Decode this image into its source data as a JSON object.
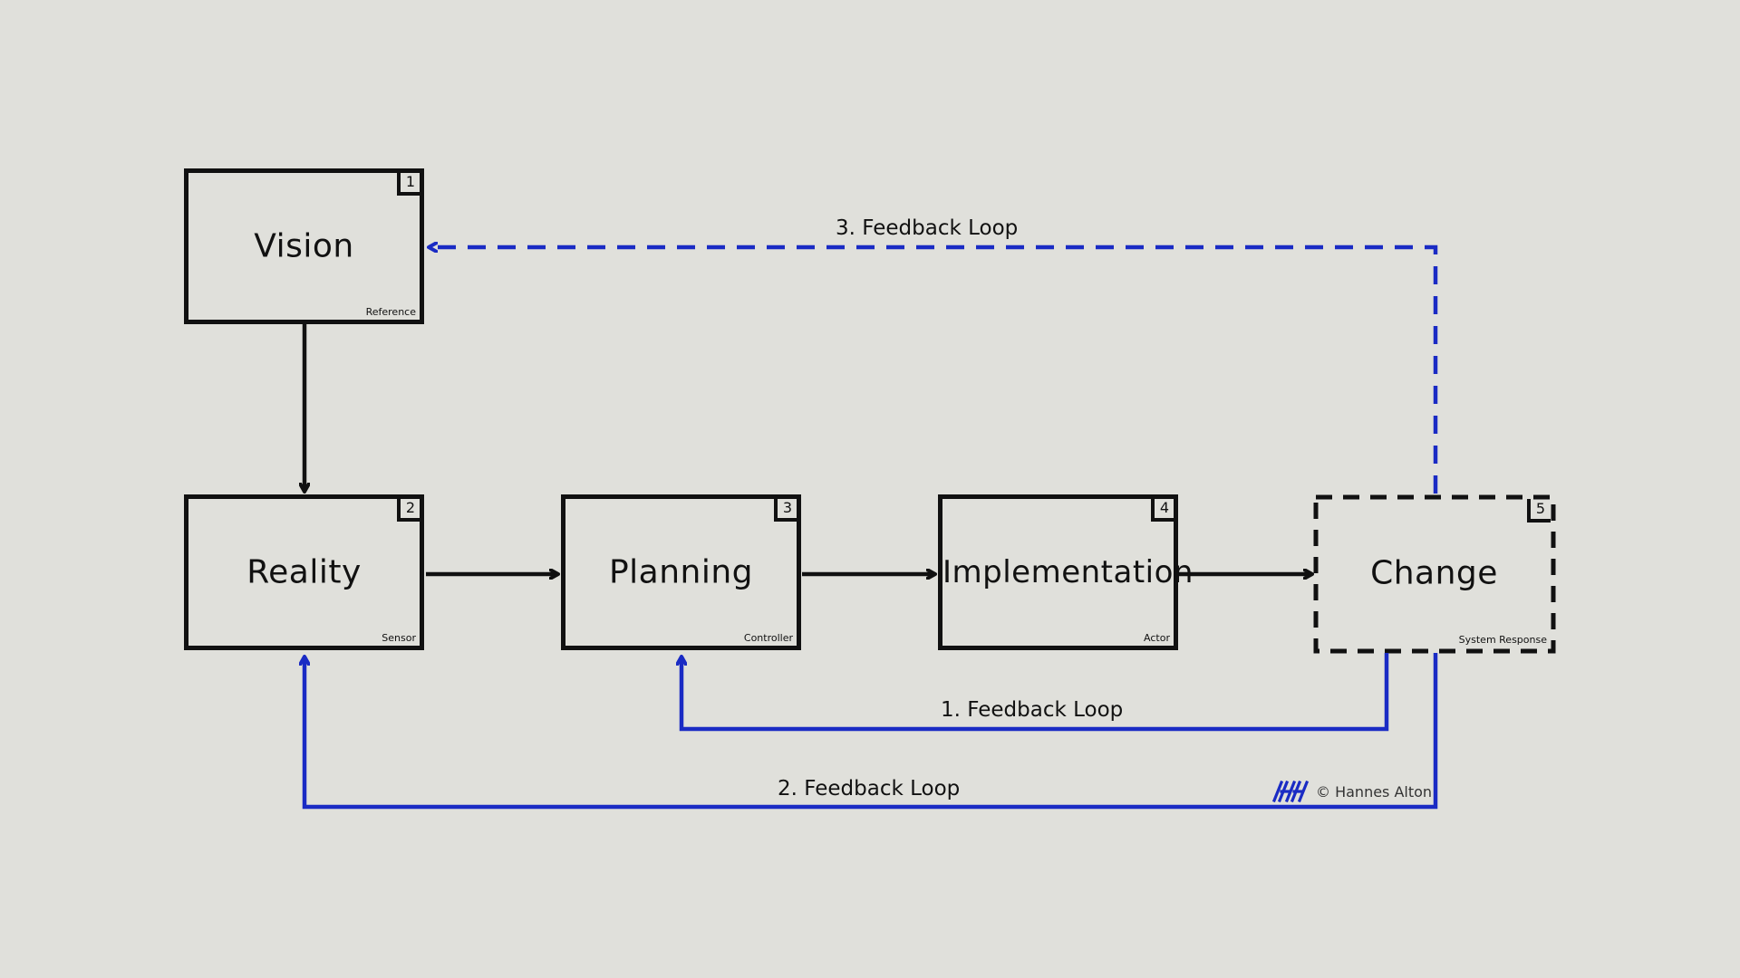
{
  "nodes": [
    {
      "id": "vision",
      "label": "Vision",
      "number": "1",
      "role": "Reference"
    },
    {
      "id": "reality",
      "label": "Reality",
      "number": "2",
      "role": "Sensor"
    },
    {
      "id": "planning",
      "label": "Planning",
      "number": "3",
      "role": "Controller"
    },
    {
      "id": "implementation",
      "label": "Implementation",
      "number": "4",
      "role": "Actor"
    },
    {
      "id": "change",
      "label": "Change",
      "number": "5",
      "role": "System Response",
      "style": "dashed"
    }
  ],
  "edges": [
    {
      "from": "vision",
      "to": "reality",
      "style": "solid",
      "color": "#111111"
    },
    {
      "from": "reality",
      "to": "planning",
      "style": "solid",
      "color": "#111111"
    },
    {
      "from": "planning",
      "to": "implementation",
      "style": "solid",
      "color": "#111111"
    },
    {
      "from": "implementation",
      "to": "change",
      "style": "solid",
      "color": "#111111"
    },
    {
      "from": "change",
      "to": "planning",
      "style": "solid",
      "color": "#1a2bc4",
      "label": "1. Feedback Loop"
    },
    {
      "from": "change",
      "to": "reality",
      "style": "solid",
      "color": "#1a2bc4",
      "label": "2. Feedback Loop"
    },
    {
      "from": "change",
      "to": "vision",
      "style": "dashed",
      "color": "#1a2bc4",
      "label": "3. Feedback Loop"
    }
  ],
  "loops": {
    "loop1": "1. Feedback Loop",
    "loop2": "2. Feedback Loop",
    "loop3": "3. Feedback Loop"
  },
  "credit": {
    "text": "© Hannes Alton",
    "logo_icon": "hannes-alton-logo"
  },
  "colors": {
    "background": "#e0e0db",
    "ink": "#111111",
    "feedback": "#1a2bc4"
  }
}
